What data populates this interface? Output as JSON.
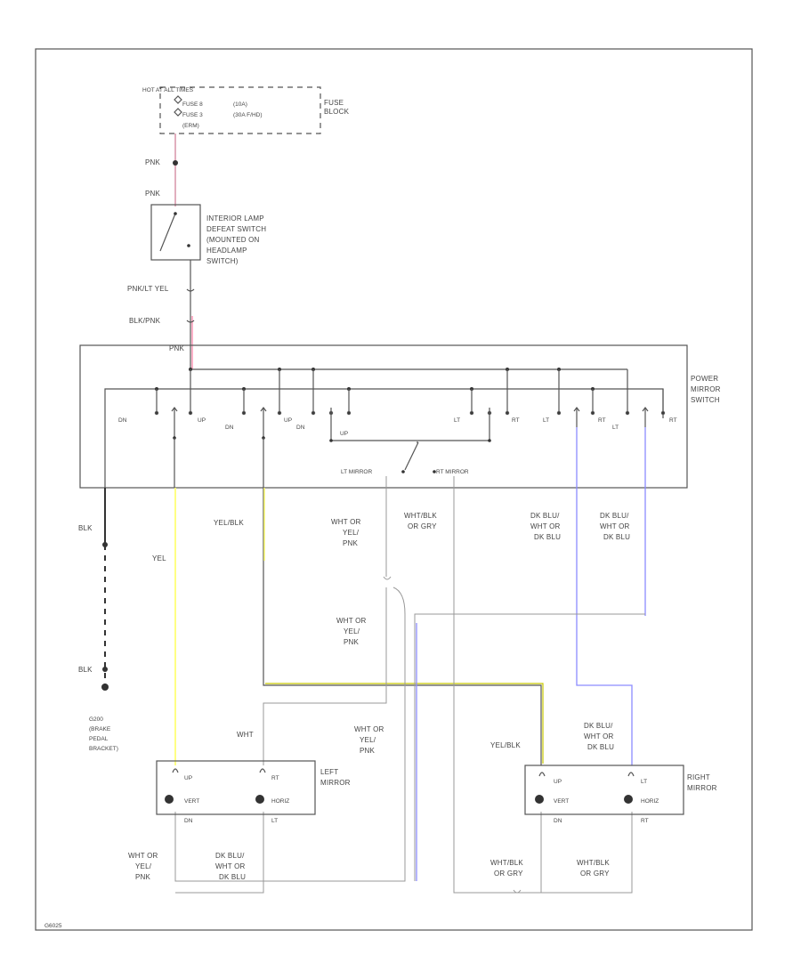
{
  "fuse_block": {
    "header": "HOT AT ALL TIMES",
    "fuse_a": "FUSE 8",
    "fuse_a_rating": "(10A)",
    "fuse_b": "FUSE 3",
    "fuse_b_rating": "(30A F/HD)",
    "fuse_c": "(ERM)",
    "name": [
      "FUSE",
      "BLOCK"
    ]
  },
  "lamp_switch": {
    "name": [
      "INTERIOR LAMP",
      "DEFEAT SWITCH",
      "(MOUNTED ON",
      "HEADLAMP",
      "SWITCH)"
    ]
  },
  "power_mirror_switch": {
    "name": [
      "POWER",
      "MIRROR",
      "SWITCH"
    ],
    "left_mirror_label": "LT MIRROR",
    "right_mirror_label": "RT MIRROR",
    "pos_dn": "DN",
    "pos_up": "UP",
    "pos_lt": "LT",
    "pos_rt": "RT"
  },
  "wires": {
    "pnk": "PNK",
    "pnk_2": "PNK",
    "pnk_lt_yel": "PNK/LT YEL",
    "blk_pnk": "BLK/PNK",
    "pnk_3": "PNK",
    "blk_top": "BLK",
    "blk_bottom": "BLK",
    "yel": "YEL",
    "yel_blk_top": "YEL/BLK",
    "yel_blk_bottom": "YEL/BLK",
    "wht_or_yel_pnk_1": [
      "WHT OR",
      "YEL/",
      "PNK"
    ],
    "wht_or_yel_pnk_2": [
      "WHT OR",
      "YEL/",
      "PNK"
    ],
    "wht_or_yel_pnk_3": [
      "WHT OR",
      "YEL/",
      "PNK"
    ],
    "wht_or_yel_pnk_4": [
      "WHT OR",
      "YEL/",
      "PNK"
    ],
    "wht_blk_or_gry_1": [
      "WHT/BLK",
      "OR GRY"
    ],
    "wht_blk_or_gry_2": [
      "WHT/BLK",
      "OR GRY"
    ],
    "wht_blk_or_gry_3": [
      "WHT/BLK",
      "OR GRY"
    ],
    "dk_blu_1": [
      "DK BLU/",
      "WHT OR",
      "DK BLU"
    ],
    "dk_blu_2": [
      "DK BLU/",
      "WHT OR",
      "DK BLU"
    ],
    "dk_blu_3": [
      "DK BLU/",
      "WHT OR",
      "DK BLU"
    ],
    "dk_blu_4": [
      "DK BLU/",
      "WHT OR",
      "DK BLU"
    ],
    "wht": "WHT"
  },
  "ground": {
    "name": [
      "G200",
      "(BRAKE",
      "PEDAL",
      "BRACKET)"
    ]
  },
  "left_mirror": {
    "name": [
      "LEFT",
      "MIRROR"
    ],
    "up": "UP",
    "rt": "RT",
    "vert": "VERT",
    "horiz": "HORIZ",
    "dn": "DN",
    "lt": "LT"
  },
  "right_mirror": {
    "name": [
      "RIGHT",
      "MIRROR"
    ],
    "up": "UP",
    "lt": "LT",
    "vert": "VERT",
    "horiz": "HORIZ",
    "dn": "DN",
    "rt": "RT"
  },
  "footer_code": "G6025",
  "colors": {
    "pink_wire": "#ff8fb0",
    "yellow_wire": "#ffff66",
    "yellow_dark_wire": "#c8c800",
    "blue_wire": "#8c8cff",
    "frame": "#555555"
  }
}
